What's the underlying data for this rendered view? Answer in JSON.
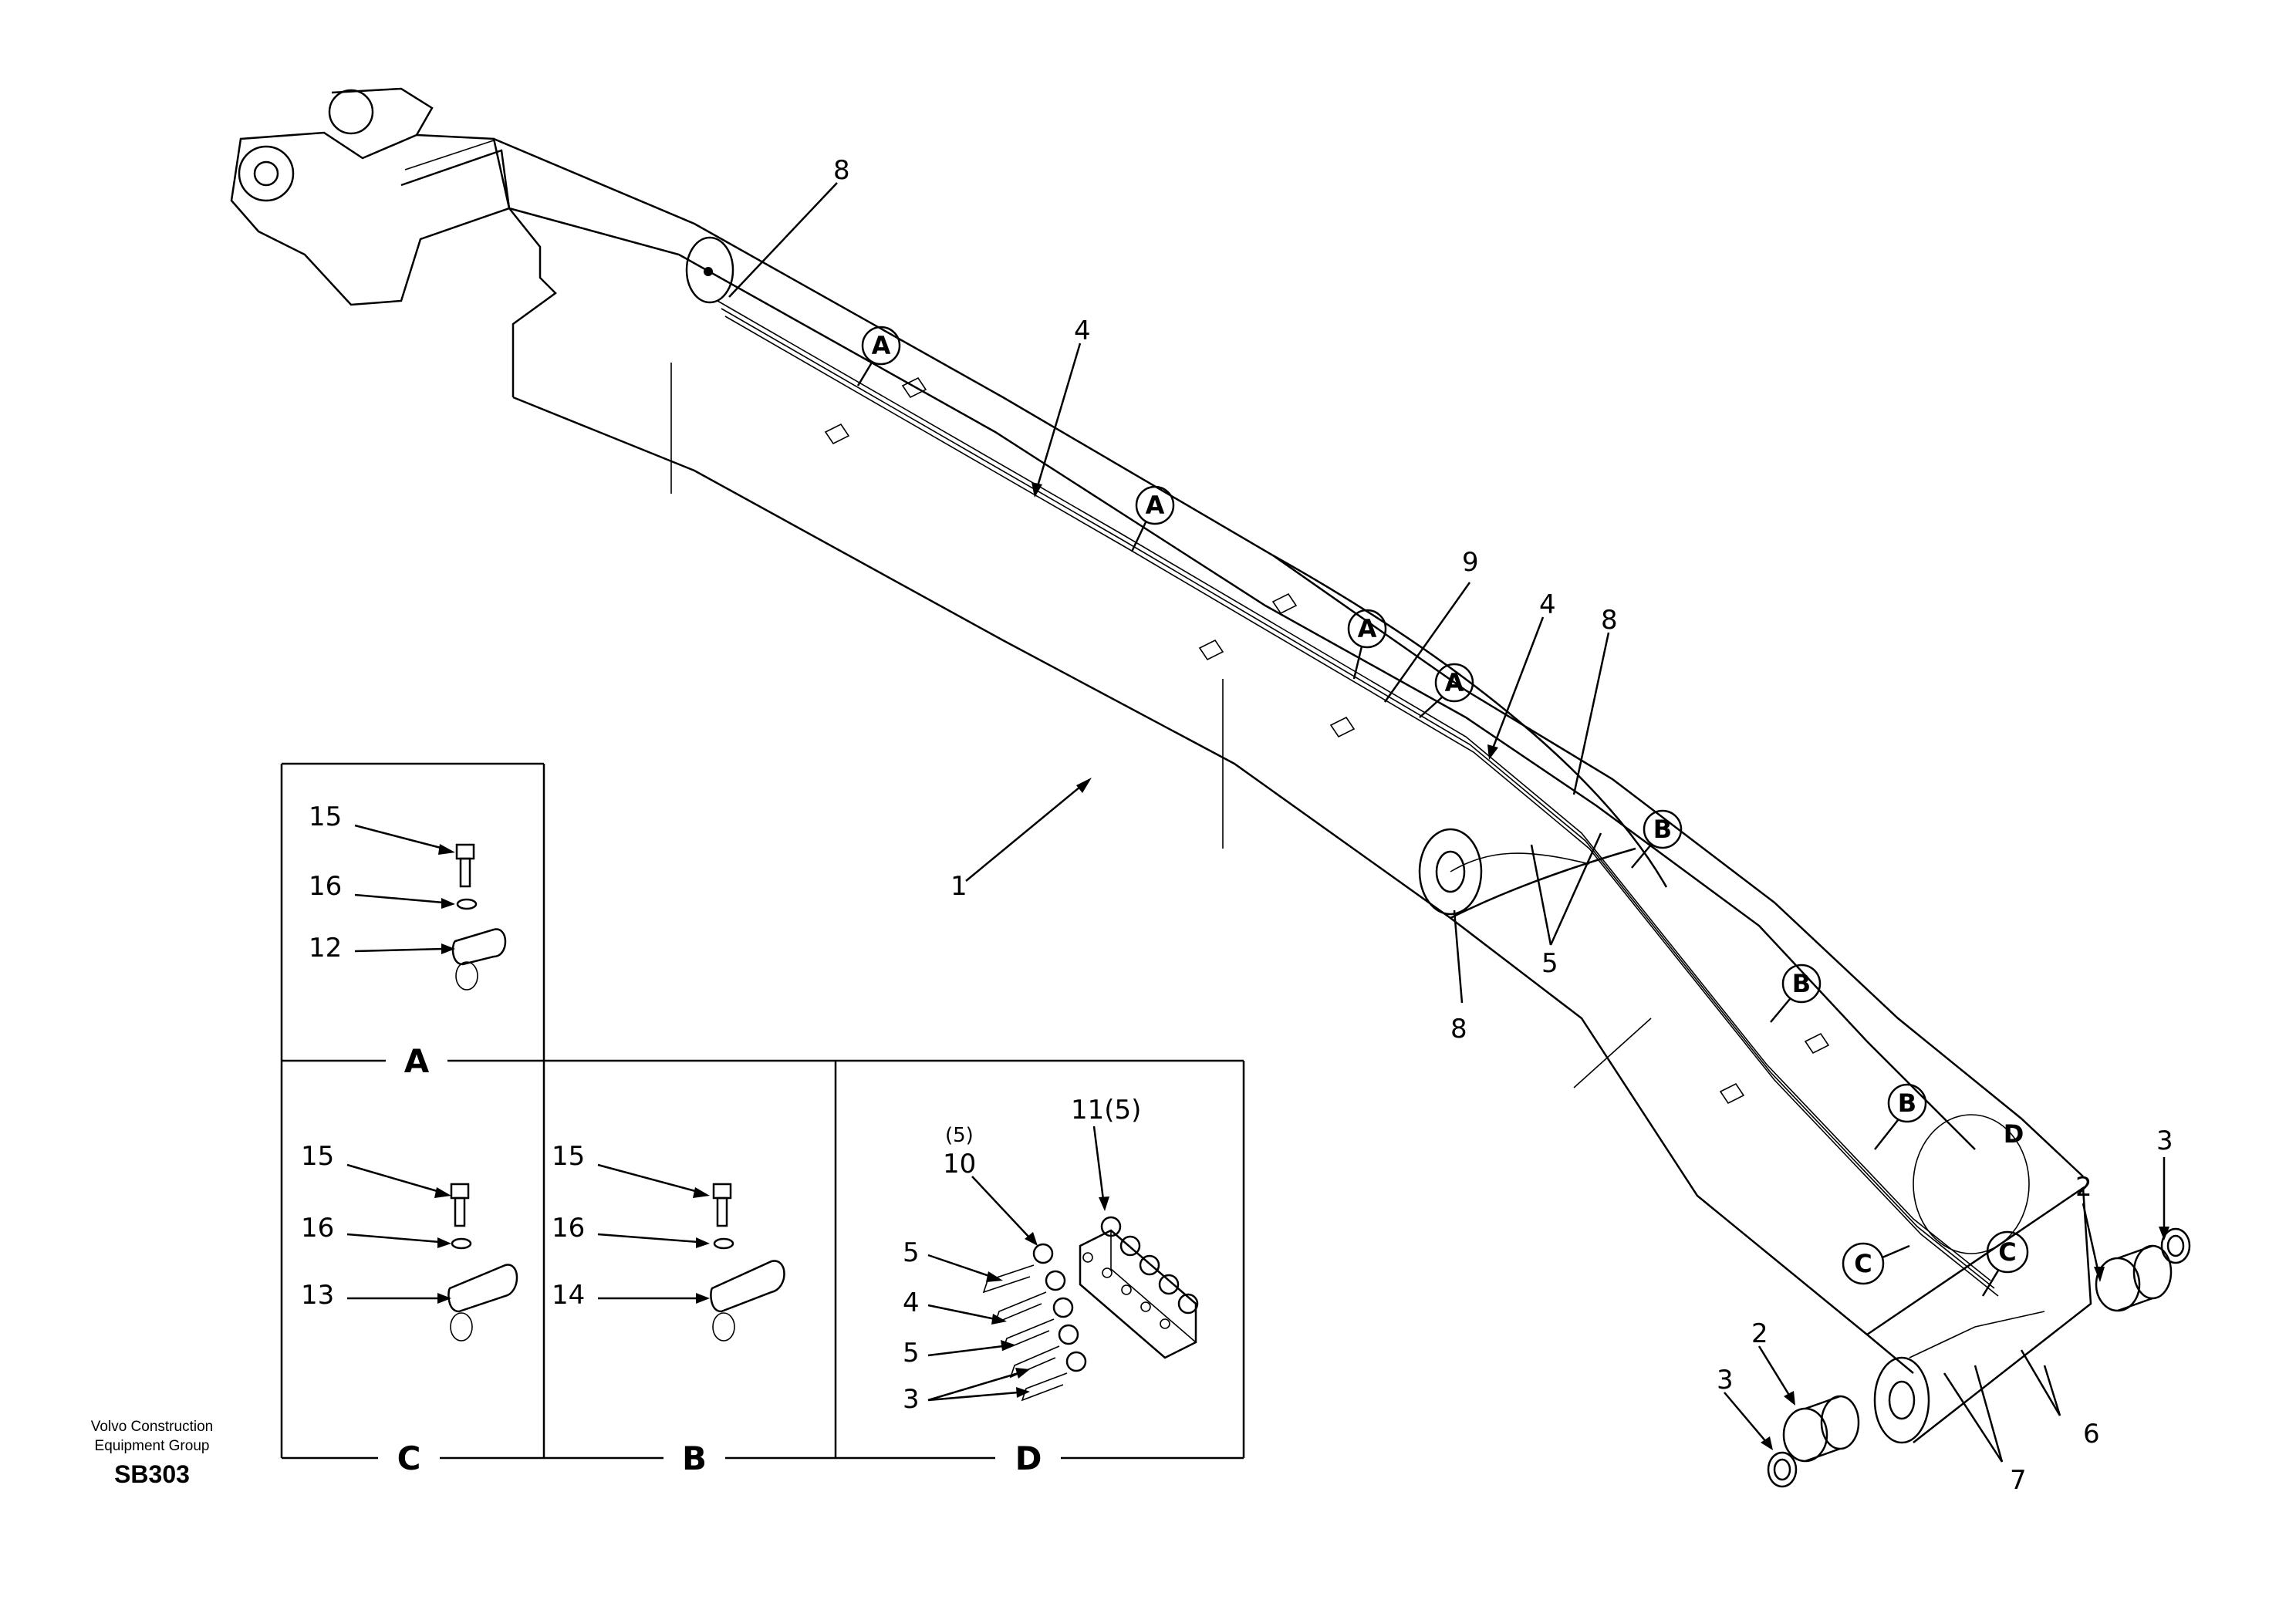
{
  "callouts": {
    "n1": "1",
    "n2a": "2",
    "n2b": "2",
    "n3a": "3",
    "n3b": "3",
    "n4a": "4",
    "n4b": "4",
    "n5": "5",
    "n6": "6",
    "n7": "7",
    "n8a": "8",
    "n8b": "8",
    "n8c": "8",
    "n9": "9"
  },
  "section_markers": {
    "a1": "A",
    "a2": "A",
    "a3": "A",
    "a4": "A",
    "b1": "B",
    "b2": "B",
    "b3": "B",
    "c1": "C",
    "c2": "C",
    "d": "D"
  },
  "detail_panels": {
    "A": {
      "letter": "A",
      "labels": [
        "15",
        "16",
        "12"
      ]
    },
    "C": {
      "letter": "C",
      "labels": [
        "15",
        "16",
        "13"
      ]
    },
    "B": {
      "letter": "B",
      "labels": [
        "15",
        "16",
        "14"
      ]
    },
    "D": {
      "letter": "D",
      "labels": [
        "(5)",
        "10",
        "11(5)",
        "5",
        "4",
        "5",
        "3"
      ]
    }
  },
  "caption": {
    "line1": "Volvo Construction",
    "line2": "Equipment Group",
    "code": "SB303"
  }
}
